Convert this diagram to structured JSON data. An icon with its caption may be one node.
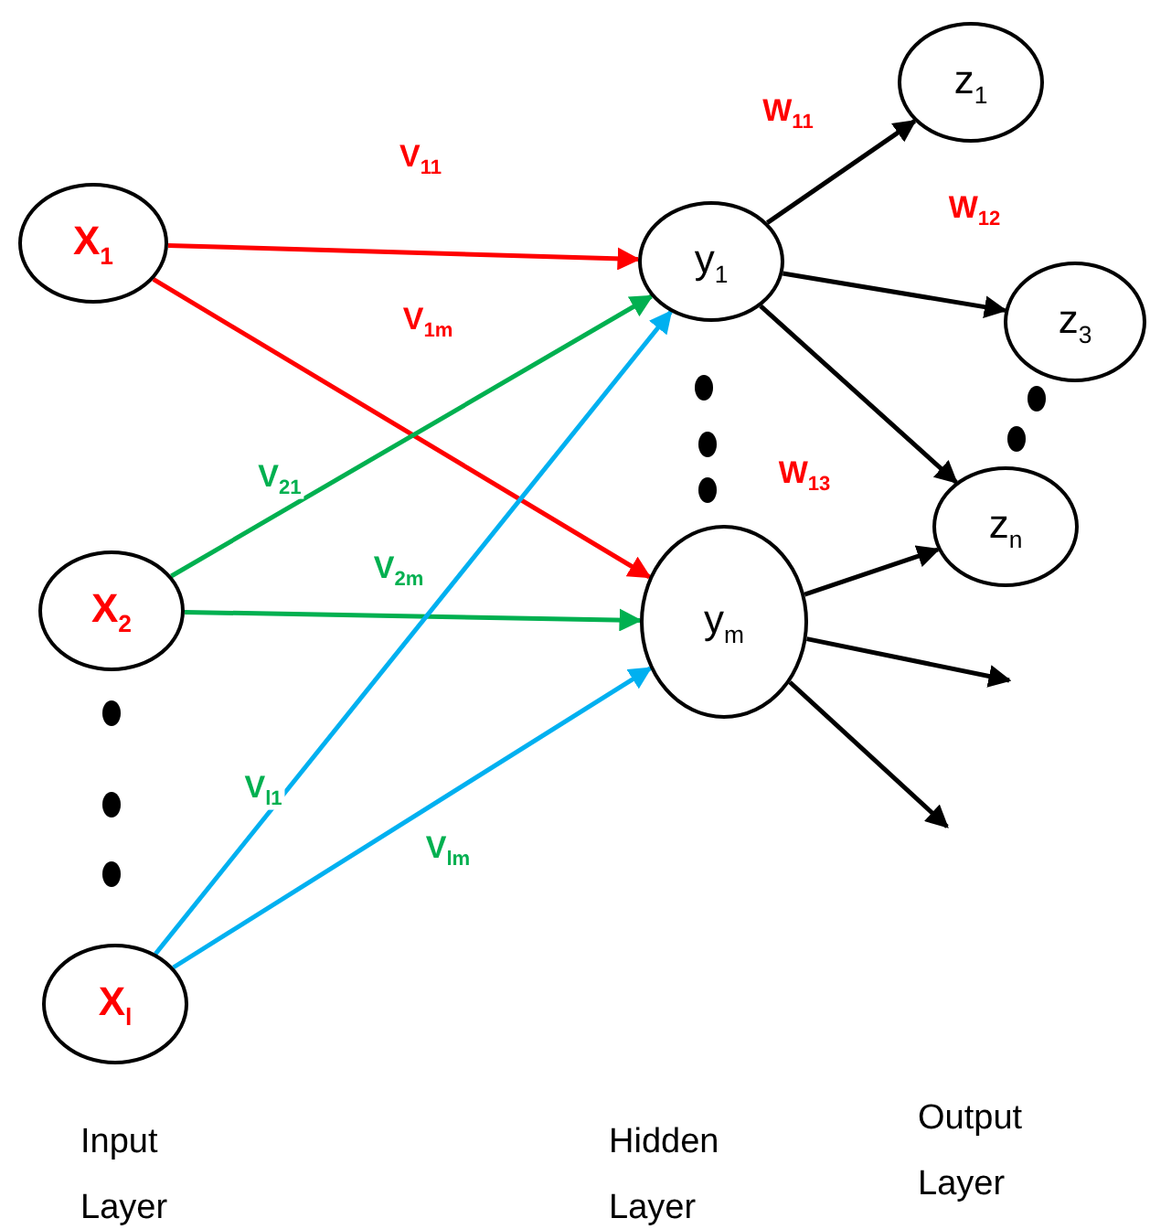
{
  "diagram": {
    "nodes": [
      {
        "text": [
          "X$_{1}$"
        ]
      },
      {
        "text": [
          "X$_{2}$"
        ]
      },
      {
        "text": [
          "X$_{l}$"
        ]
      },
      {
        "text": [
          "y$_{1}$"
        ]
      },
      {
        "text": [
          "y$_{m}$"
        ]
      },
      {
        "text": [
          "z$_{1}$"
        ]
      },
      {
        "text": [
          "z$_{3}$"
        ]
      },
      {
        "text": [
          "z$_{n}$"
        ]
      }
    ],
    "edges": [
      {
        "from": 0,
        "to": 3,
        "arrow": "to",
        "label": "V$_{11}$",
        "color": "#ff0000"
      },
      {
        "from": 0,
        "to": 4,
        "arrow": "to",
        "label": "V$_{1m}$",
        "color": "#ff0000"
      },
      {
        "from": 1,
        "to": 3,
        "arrow": "to",
        "label": "V$_{21}$",
        "color": "#00b050"
      },
      {
        "from": 1,
        "to": 4,
        "arrow": "to",
        "label": "V$_{2m}$",
        "color": "#00b050"
      },
      {
        "from": 2,
        "to": 3,
        "arrow": "to",
        "label": "V$_{l1}$",
        "color": "#00b0f0"
      },
      {
        "from": 2,
        "to": 4,
        "arrow": "to",
        "label": "V$_{lm}$",
        "color": "#00b0f0"
      },
      {
        "from": 3,
        "to": 5,
        "arrow": "to",
        "label": "W$_{11}$"
      },
      {
        "from": 3,
        "to": 6,
        "arrow": "to",
        "label": "W$_{12}$"
      },
      {
        "from": 3,
        "to": 7,
        "arrow": "to",
        "label": "W$_{13}$"
      },
      {
        "from": 4,
        "to": 7,
        "arrow": "to"
      },
      {
        "from": 4,
        "to": null,
        "arrow": "to"
      },
      {
        "from": 4,
        "to": null,
        "arrow": "to"
      }
    ],
    "labels": [
      "Input Layer",
      "Hidden Layer",
      "Output Layer"
    ]
  }
}
